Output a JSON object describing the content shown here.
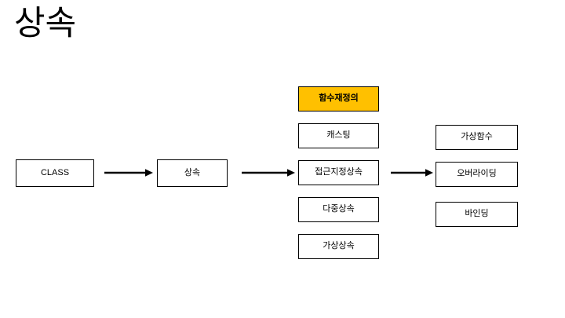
{
  "slide": {
    "title": "상속",
    "background_color": "#ffffff",
    "line_color": "#000000",
    "highlight_color": "#FFC000"
  },
  "diagram": {
    "type": "flow",
    "columns": [
      {
        "name": "column-1",
        "nodes": [
          {
            "id": "class",
            "label": "CLASS",
            "highlighted": false
          },
          {
            "id": "sangsok",
            "label": "상속",
            "highlighted": false
          }
        ]
      },
      {
        "name": "column-2",
        "nodes": [
          {
            "id": "override-def",
            "label": "함수재정의",
            "highlighted": true
          },
          {
            "id": "casting",
            "label": "캐스팅",
            "highlighted": false
          },
          {
            "id": "access-inh",
            "label": "접근지정상속",
            "highlighted": false
          },
          {
            "id": "multi-inh",
            "label": "다중상속",
            "highlighted": false
          },
          {
            "id": "virtual-inh",
            "label": "가상상속",
            "highlighted": false
          }
        ]
      },
      {
        "name": "column-3",
        "nodes": [
          {
            "id": "virtual-func",
            "label": "가상함수",
            "highlighted": false
          },
          {
            "id": "overriding",
            "label": "오버라이딩",
            "highlighted": false
          },
          {
            "id": "binding",
            "label": "바인딩",
            "highlighted": false
          }
        ]
      }
    ],
    "arrows": [
      {
        "id": "arrow-1",
        "from": "class",
        "to": "sangsok",
        "direction": "right"
      },
      {
        "id": "arrow-2",
        "from": "sangsok",
        "to": "access-inh",
        "direction": "right"
      },
      {
        "id": "arrow-3",
        "from": "access-inh",
        "to": "overriding",
        "direction": "right"
      }
    ]
  }
}
